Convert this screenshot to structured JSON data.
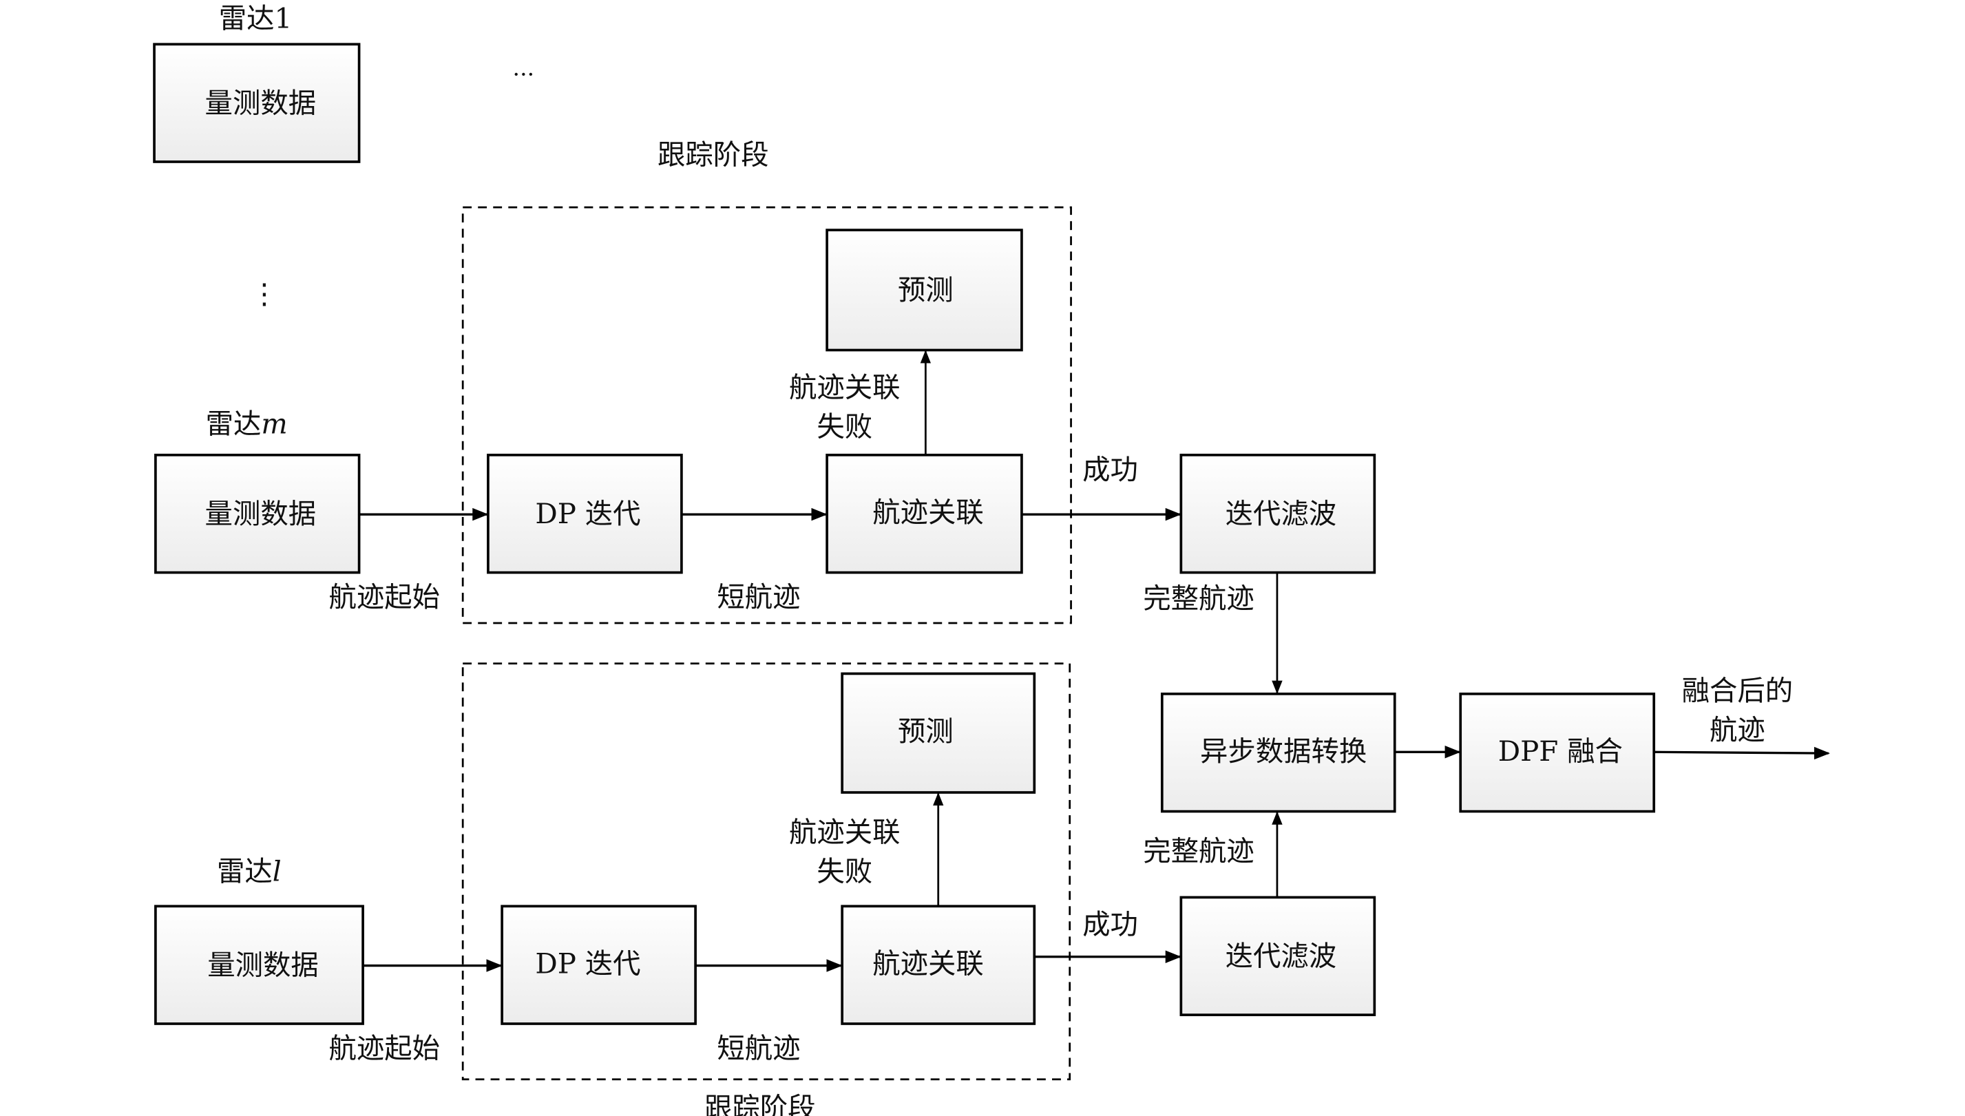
{
  "diagram": {
    "radar1": {
      "title": "雷达1",
      "box_label": "量测数据"
    },
    "ellipsis_horizontal": "···",
    "ellipsis_vertical": "⋮",
    "radarM": {
      "title_prefix": "雷达",
      "title_var": "m",
      "box_label": "量测数据",
      "start_label": "航迹起始"
    },
    "radarL": {
      "title_prefix": "雷达",
      "title_var": "l",
      "box_label": "量测数据",
      "start_label": "航迹起始"
    },
    "trackingStageTop": {
      "label": "跟踪阶段",
      "dp_label": "DP 迭代",
      "assoc_label": "航迹关联",
      "predict_label": "预测",
      "short_track_label": "短航迹",
      "fail_label_line1": "航迹关联",
      "fail_label_line2": "失败",
      "success_label": "成功"
    },
    "trackingStageBottom": {
      "label": "跟踪阶段",
      "dp_label": "DP 迭代",
      "assoc_label": "航迹关联",
      "predict_label": "预测",
      "short_track_label": "短航迹",
      "fail_label_line1": "航迹关联",
      "fail_label_line2": "失败",
      "success_label": "成功"
    },
    "filterTop": {
      "label": "迭代滤波",
      "output_label": "完整航迹"
    },
    "filterBottom": {
      "label": "迭代滤波",
      "output_label": "完整航迹"
    },
    "asyncConvert": {
      "label": "异步数据转换"
    },
    "dpfFusion": {
      "label": "DPF 融合"
    },
    "fusedOutput": {
      "line1": "融合后的",
      "line2": "航迹"
    }
  }
}
